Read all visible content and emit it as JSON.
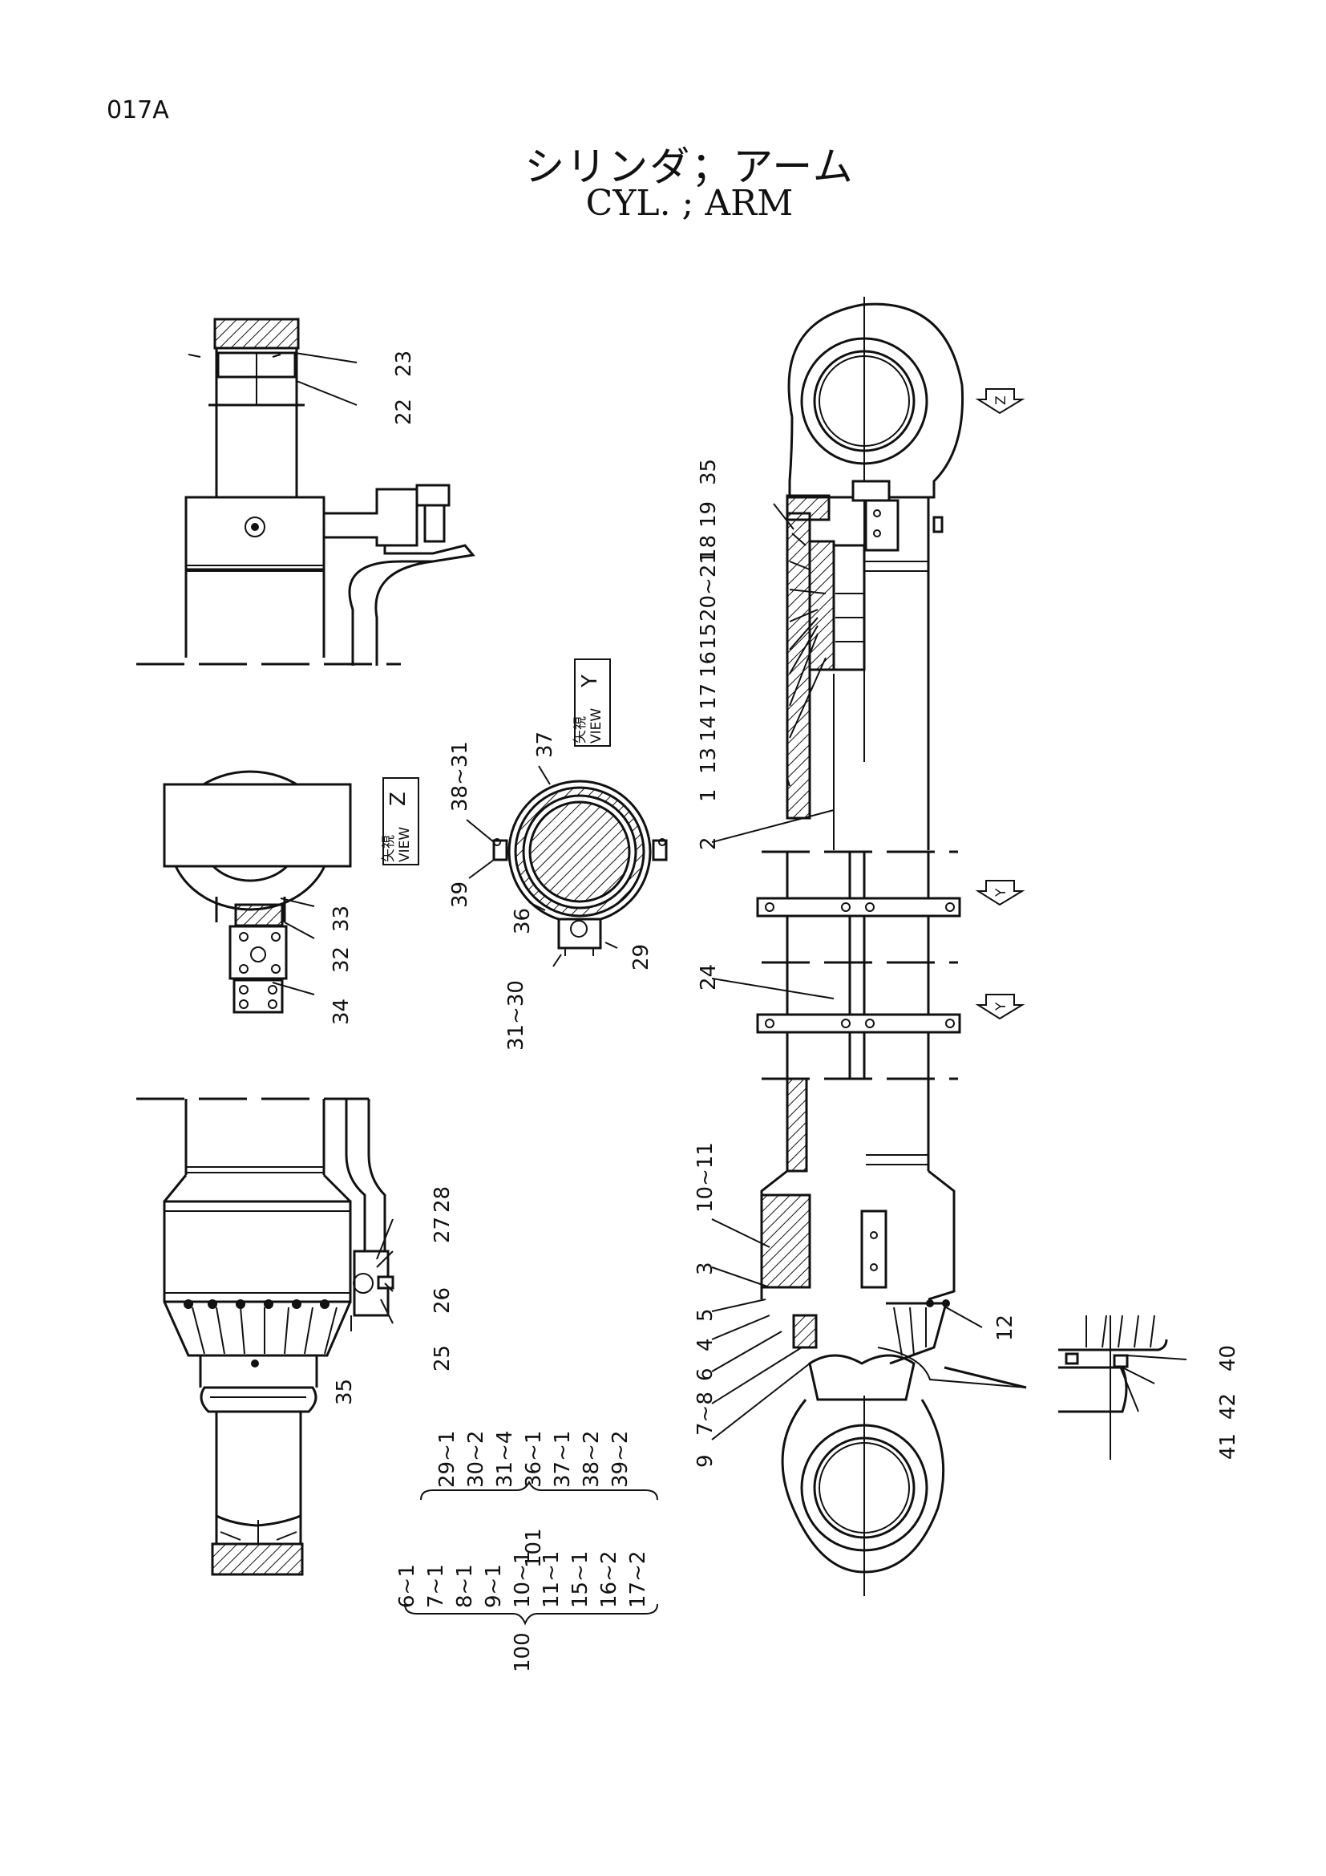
{
  "header": {
    "page_id": "017A",
    "title_jp": "シリンダ；アーム",
    "title_en": "CYL. ; ARM"
  },
  "view_markers": [
    {
      "letter": "Z",
      "jp": "矢視",
      "en": "VIEW"
    },
    {
      "letter": "Y",
      "jp": "矢視",
      "en": "VIEW"
    }
  ],
  "arrow_marks": {
    "z": "Z",
    "y": "Y"
  },
  "callouts": {
    "c23": "23",
    "c22": "22",
    "c38_31": "38~31",
    "c37": "37",
    "c39": "39",
    "c36": "36",
    "c29": "29",
    "c31_30": "31~30",
    "c33": "33",
    "c32": "32",
    "c34": "34",
    "c35_top": "35",
    "c19": "19",
    "c18": "18",
    "c20_21": "20~21",
    "c15": "15",
    "c16": "16",
    "c17": "17",
    "c14": "14",
    "c13": "13",
    "c1": "1",
    "c2": "2",
    "c24": "24",
    "c28": "28",
    "c27": "27",
    "c26": "26",
    "c25": "25",
    "c35_bot": "35",
    "c10_11": "10~11",
    "c3": "3",
    "c5": "5",
    "c4": "4",
    "c6": "6",
    "c7_8": "7~8",
    "c9": "9",
    "c12": "12",
    "c40": "40",
    "c42": "42",
    "c41": "41"
  },
  "kit_101": {
    "label": "101",
    "items": [
      "29~1",
      "30~2",
      "31~4",
      "36~1",
      "37~1",
      "38~2",
      "39~2"
    ]
  },
  "kit_100": {
    "label": "100",
    "items": [
      "6~1",
      "7~1",
      "8~1",
      "9~1",
      "10~1",
      "11~1",
      "15~1",
      "16~2",
      "17~2"
    ]
  }
}
